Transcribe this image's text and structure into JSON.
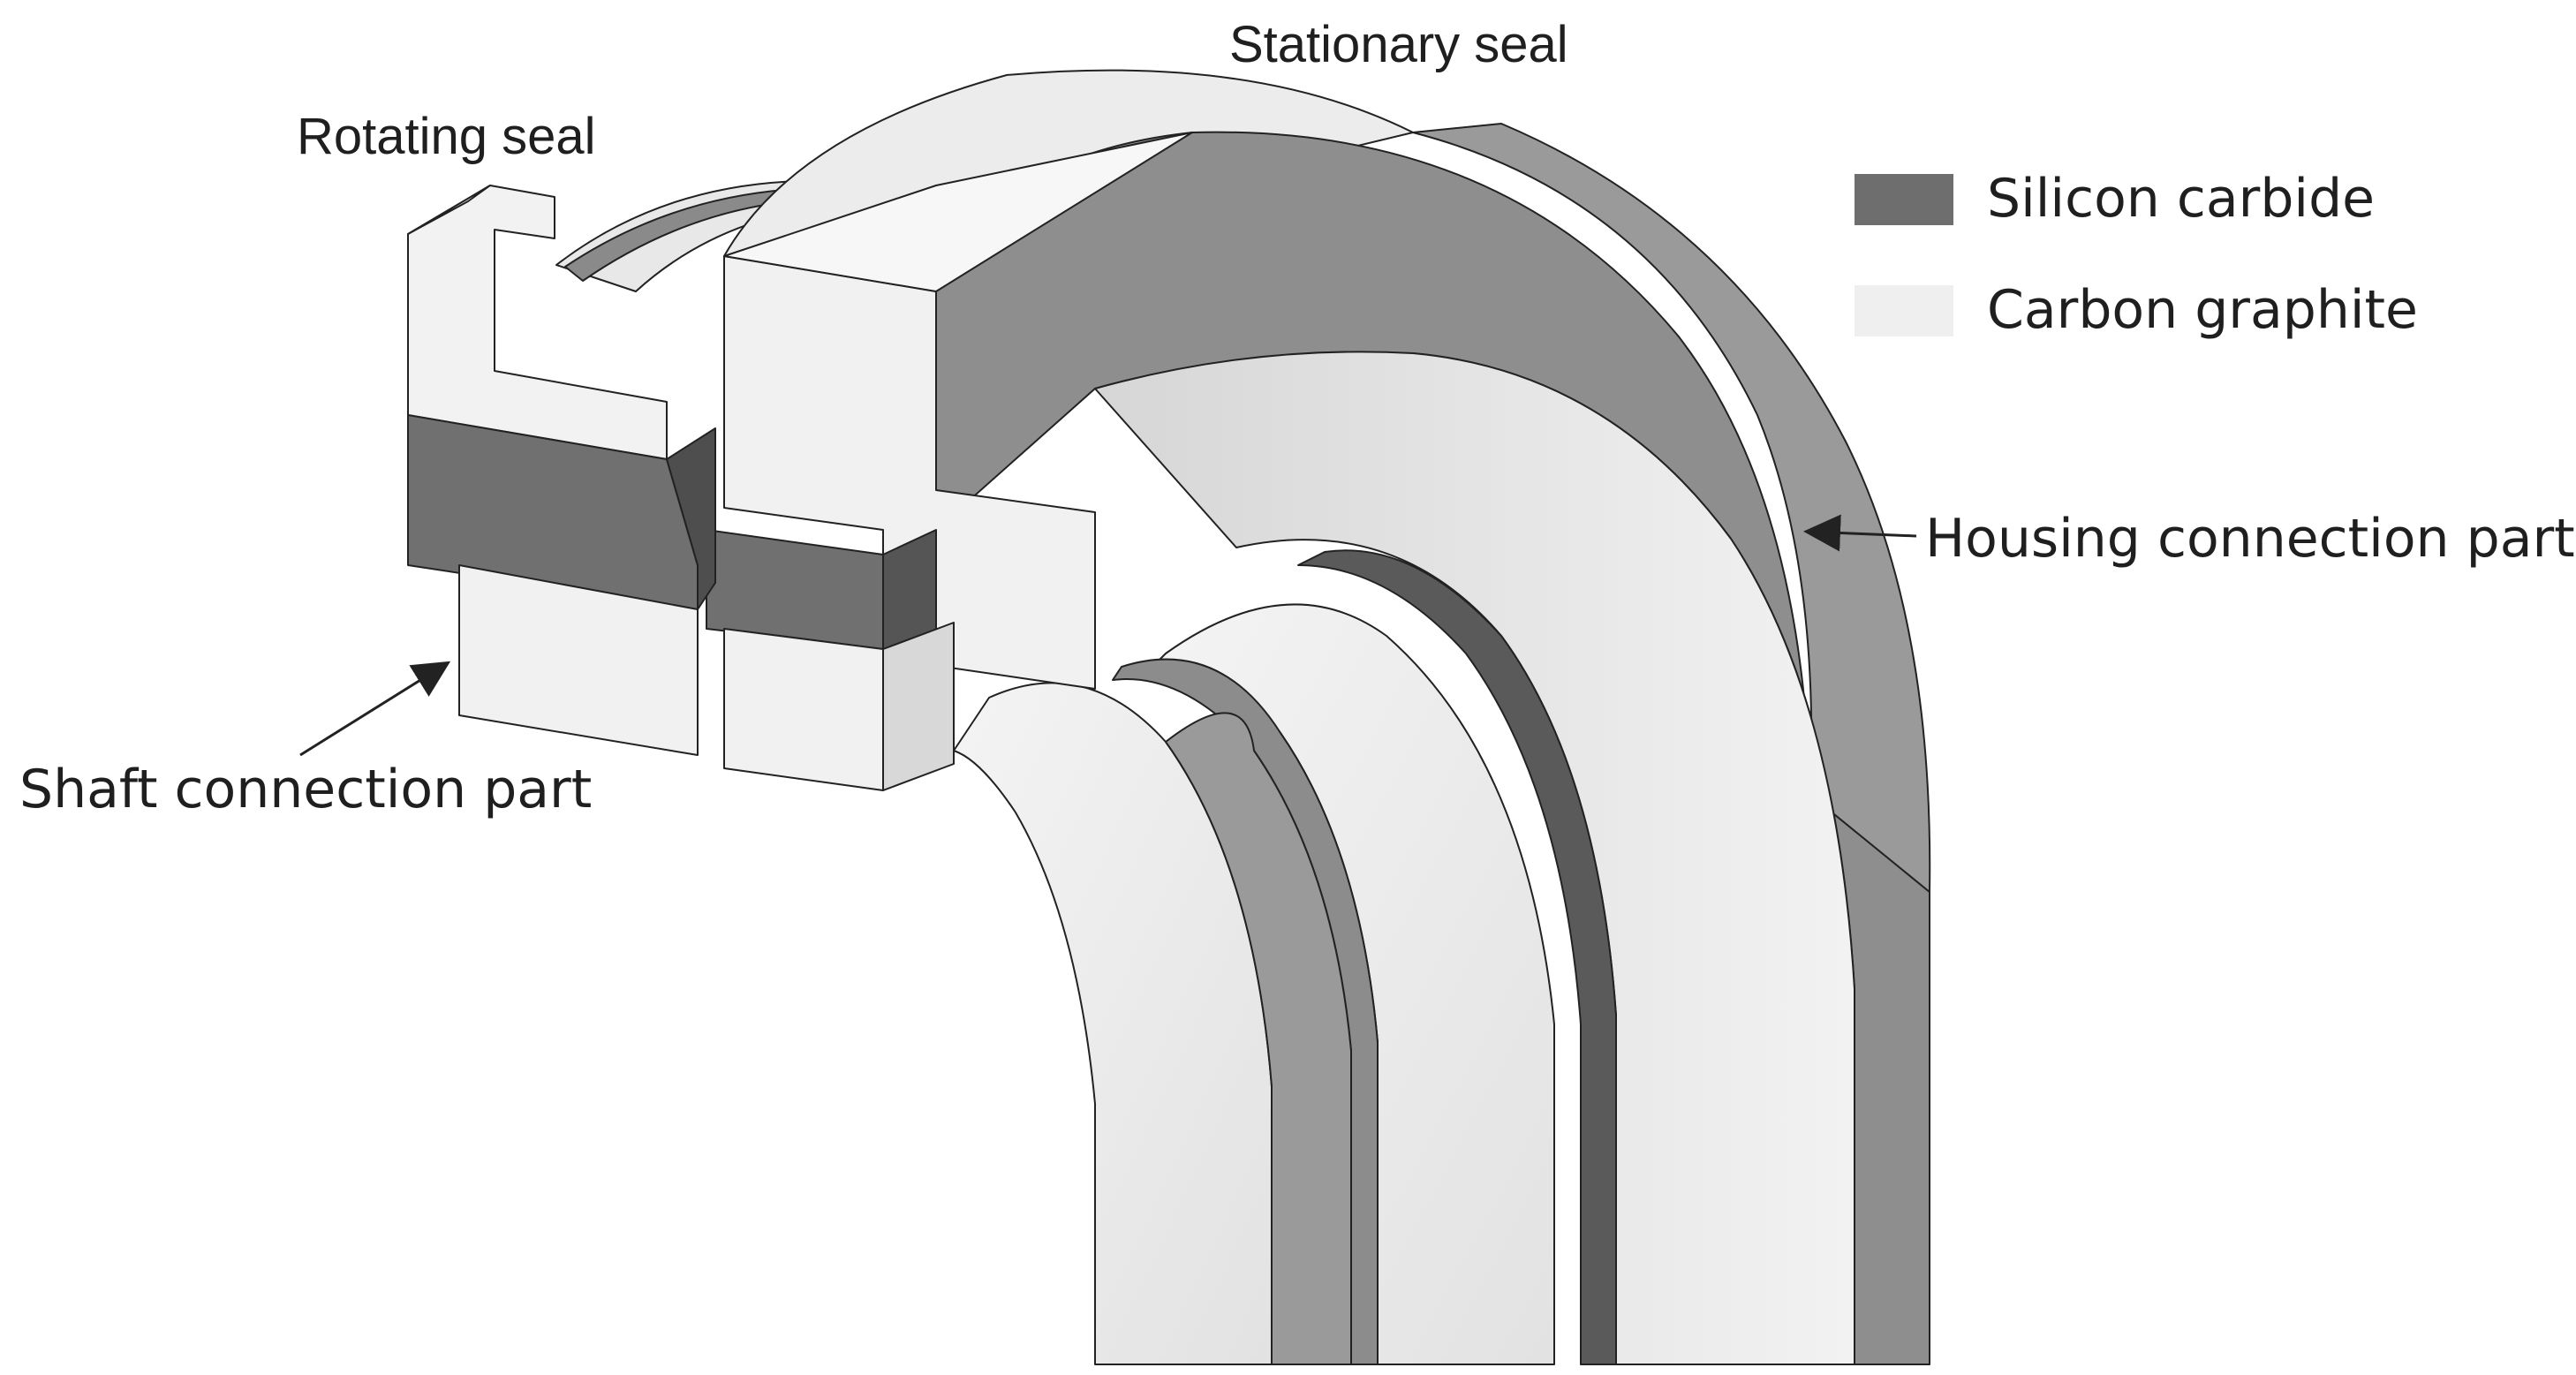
{
  "labels": {
    "stationary_seal": "Stationary seal",
    "rotating_seal": "Rotating seal",
    "housing_connection": "Housing connection part",
    "shaft_connection": "Shaft connection part"
  },
  "legend": {
    "items": [
      {
        "label": "Silicon carbide",
        "color": "#6e6e6e"
      },
      {
        "label": "Carbon graphite",
        "color": "#efefef"
      }
    ]
  },
  "colors": {
    "silicon_carbide": "#6e6e6e",
    "carbon_graphite": "#efefef",
    "outline": "#222222"
  }
}
